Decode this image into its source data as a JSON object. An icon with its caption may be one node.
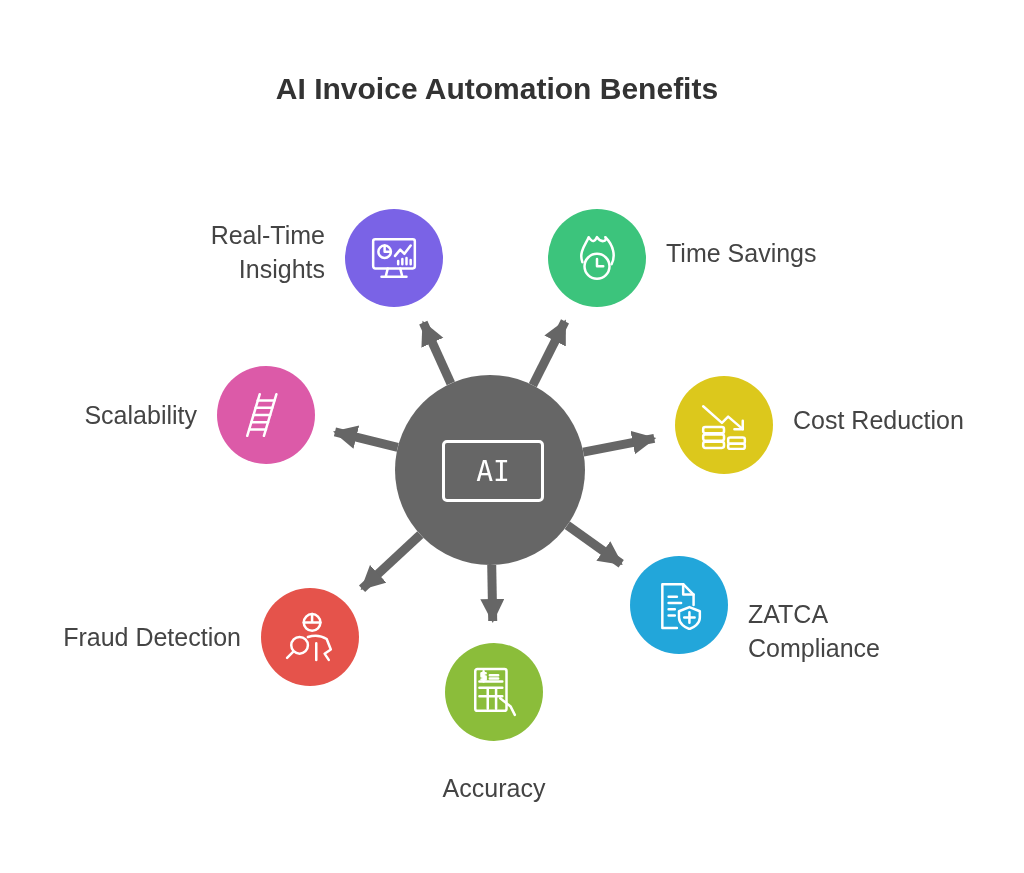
{
  "diagram": {
    "title": "AI Invoice Automation Benefits",
    "nodes": [
      {
        "text": [
          "AI"
        ]
      },
      {
        "text": [
          "Real-Time Insights"
        ]
      },
      {
        "text": [
          "Time Savings"
        ]
      },
      {
        "text": [
          "Cost Reduction"
        ]
      },
      {
        "text": [
          "ZATCA Compliance"
        ]
      },
      {
        "text": [
          "Accuracy"
        ]
      },
      {
        "text": [
          "Fraud Detection"
        ]
      },
      {
        "text": [
          "Scalability"
        ]
      }
    ],
    "edges": [
      {
        "from": 0,
        "to": 1,
        "arrow": "to"
      },
      {
        "from": 0,
        "to": 2,
        "arrow": "to"
      },
      {
        "from": 0,
        "to": 3,
        "arrow": "to"
      },
      {
        "from": 0,
        "to": 4,
        "arrow": "to"
      },
      {
        "from": 0,
        "to": 5,
        "arrow": "to"
      },
      {
        "from": 0,
        "to": 6,
        "arrow": "to"
      },
      {
        "from": 0,
        "to": 7,
        "arrow": "to"
      }
    ]
  }
}
